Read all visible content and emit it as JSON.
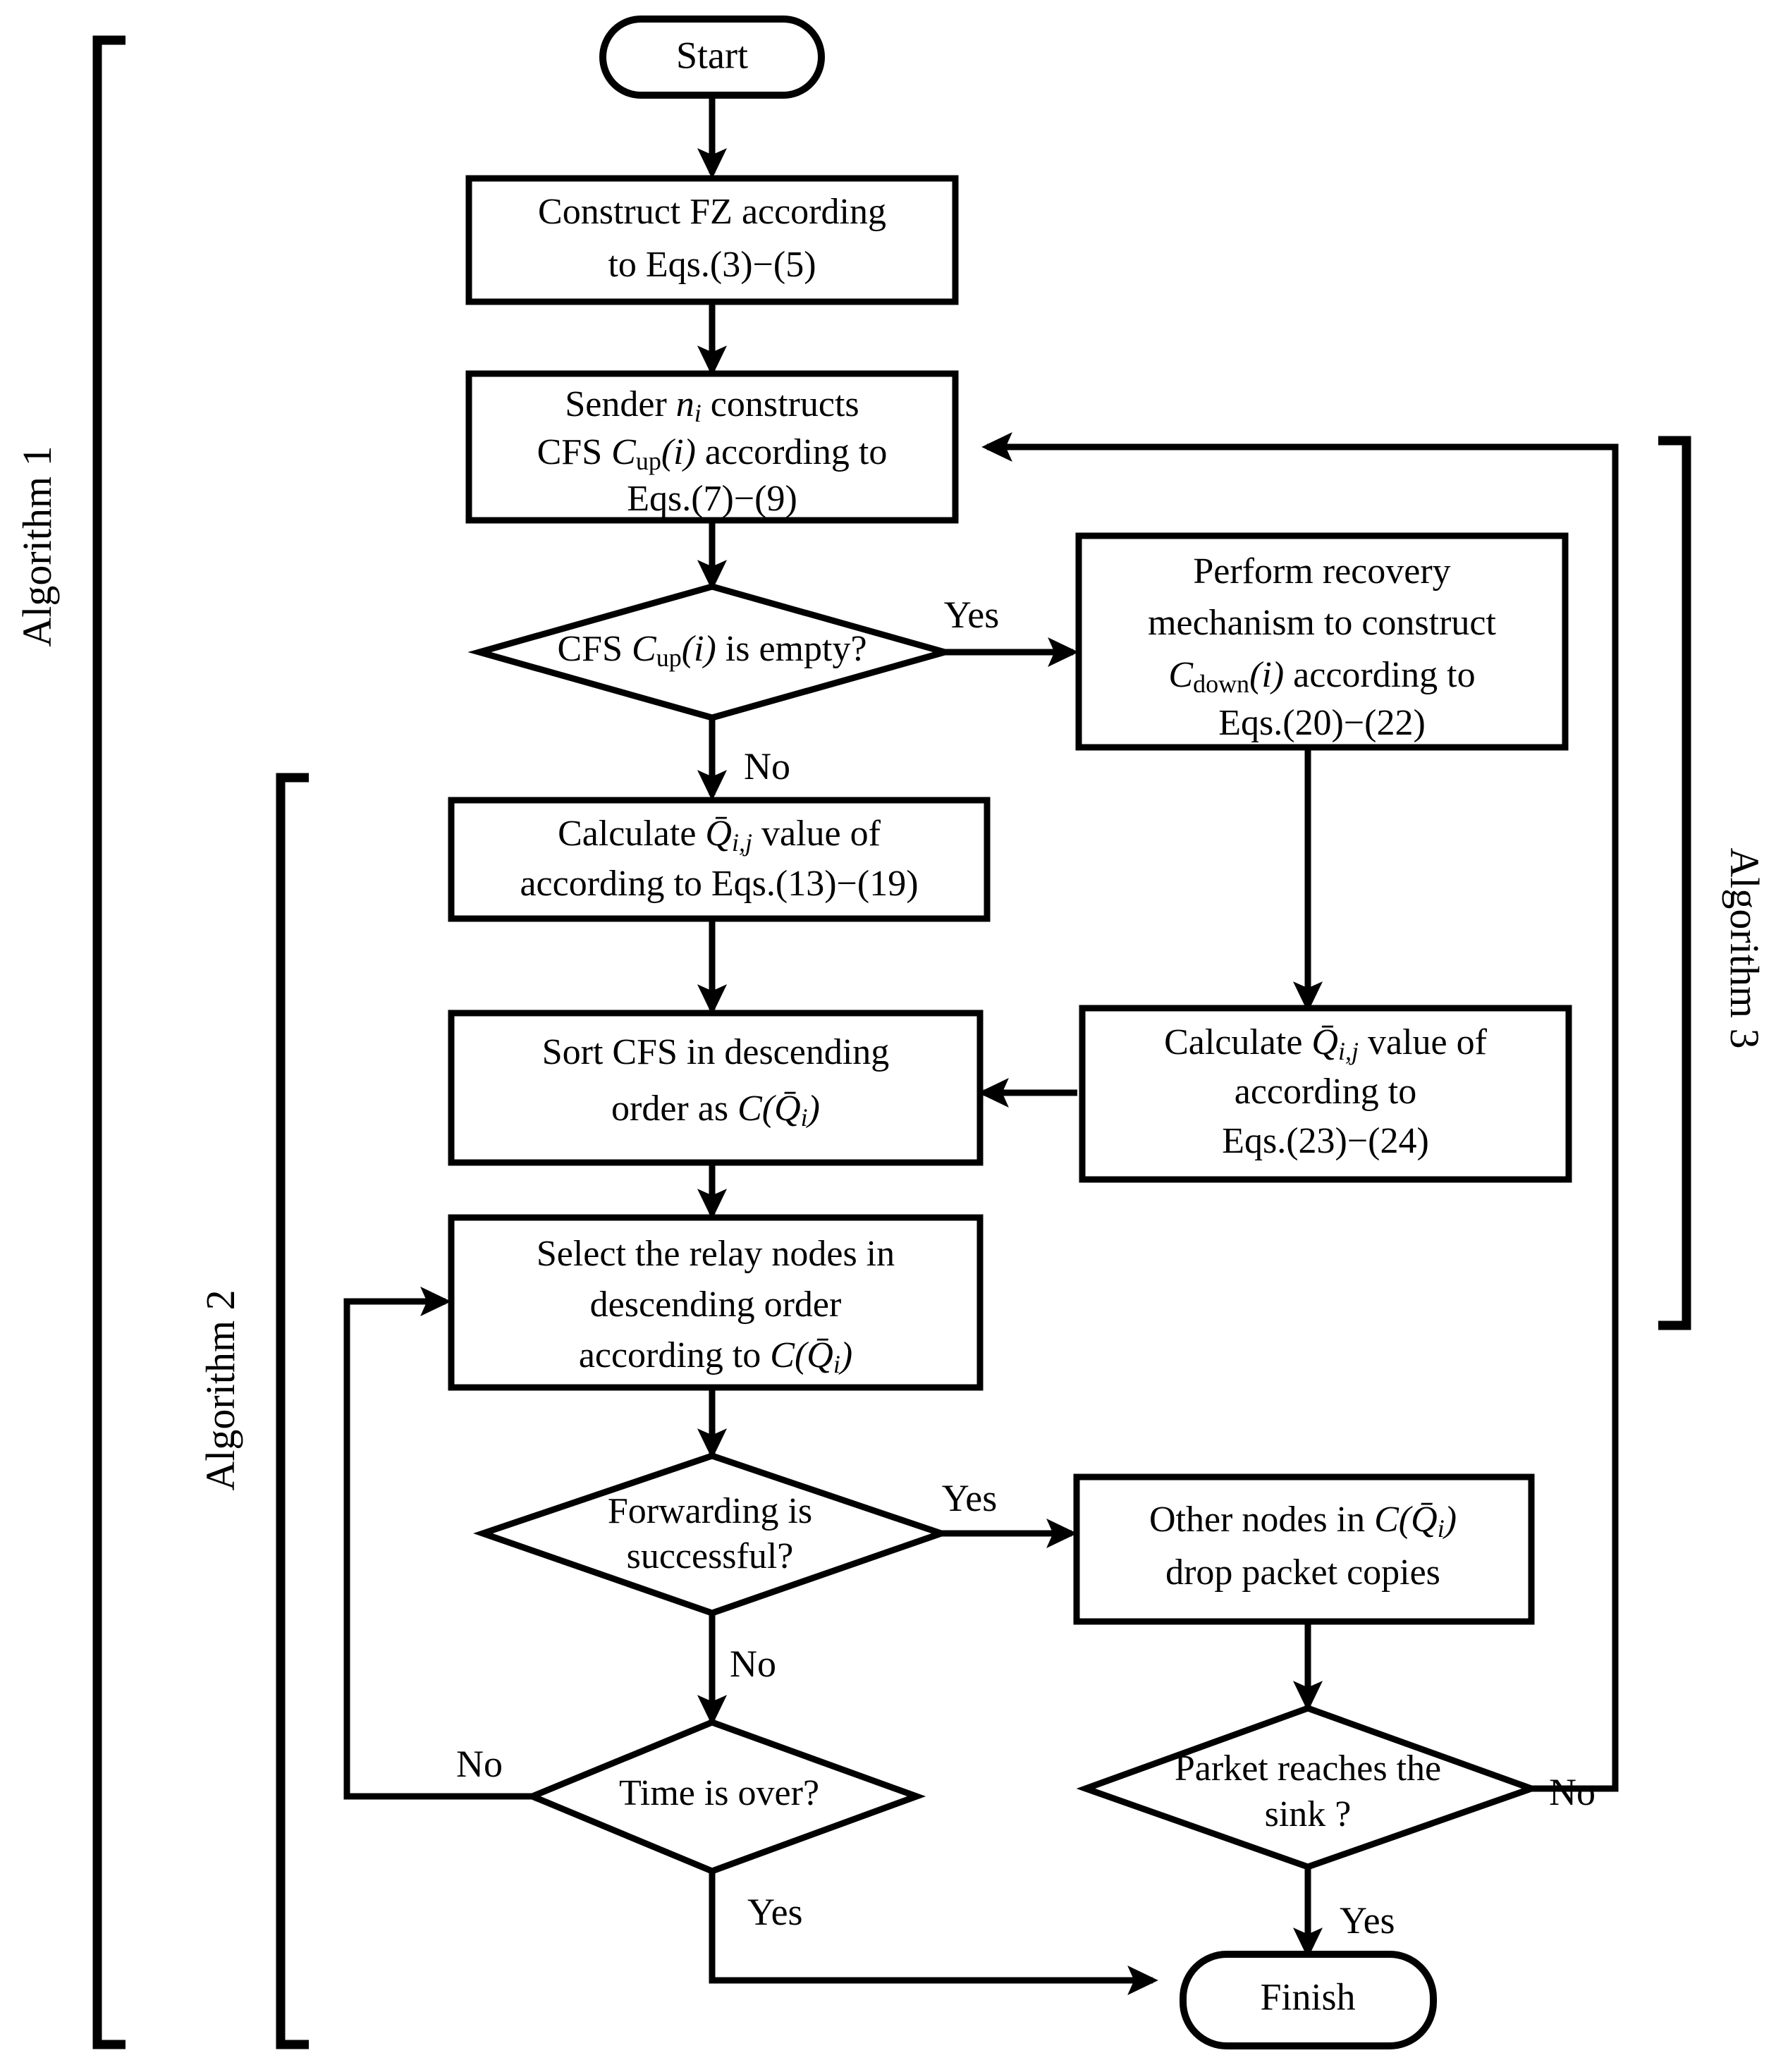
{
  "diagram": {
    "title": "Routing protocol flowchart",
    "type": "flowchart",
    "stroke_color": "#000000",
    "fill_color": "#ffffff",
    "background": "#ffffff"
  },
  "nodes": {
    "start": {
      "shape": "terminator",
      "label": "Start"
    },
    "construct_fz": {
      "shape": "process",
      "line1": "Construct FZ according",
      "line2": "to Eqs.(3)−(5)"
    },
    "sender_cfs": {
      "shape": "process",
      "line1_a": "Sender ",
      "line1_var": "n",
      "line1_sub": "i",
      "line1_b": " constructs",
      "line2_a": "CFS ",
      "line2_c": "C",
      "line2_sub": "up",
      "line2_arg": "(i)",
      "line2_b": " according to",
      "line3": "Eqs.(7)−(9)"
    },
    "cfs_empty": {
      "shape": "decision",
      "text_a": "CFS ",
      "text_c": "C",
      "text_sub": "up",
      "text_arg": "(i)",
      "text_b": " is empty?"
    },
    "recovery": {
      "shape": "process",
      "line1": "Perform recovery",
      "line2": "mechanism to construct",
      "line3_c": "C",
      "line3_sub": "down",
      "line3_arg": "(i)",
      "line3_b": " according to",
      "line4": "Eqs.(20)−(22)"
    },
    "calc_q_left": {
      "shape": "process",
      "line1_a": "Calculate  ",
      "line1_q": "Q̄",
      "line1_sub": "i,j",
      "line1_b": " value of",
      "line2": "according to Eqs.(13)−(19)"
    },
    "calc_q_right": {
      "shape": "process",
      "line1_a": "Calculate  ",
      "line1_q": "Q̄",
      "line1_sub": "i,j",
      "line1_b": " value of",
      "line2": "according to",
      "line3": "Eqs.(23)−(24)"
    },
    "sort_cfs": {
      "shape": "process",
      "line1": "Sort CFS  in descending",
      "line2_a": "order as  ",
      "line2_c": "C(",
      "line2_q": "Q̄",
      "line2_sub": "i",
      "line2_close": ")"
    },
    "select_relay": {
      "shape": "process",
      "line1": "Select the relay nodes in",
      "line2": "descending order",
      "line3_a": "according to  ",
      "line3_c": "C(",
      "line3_q": "Q̄",
      "line3_sub": "i",
      "line3_close": ")"
    },
    "forwarding_ok": {
      "shape": "decision",
      "line1": "Forwarding is",
      "line2": "successful?"
    },
    "drop_copies": {
      "shape": "process",
      "line1_a": "Other nodes in  ",
      "line1_c": "C(",
      "line1_q": "Q̄",
      "line1_sub": "i",
      "line1_close": ")",
      "line2": "drop packet copies"
    },
    "time_over": {
      "shape": "decision",
      "text": "Time is over?"
    },
    "packet_sink": {
      "shape": "decision",
      "line1": "Parket reaches the",
      "line2": "sink ?"
    },
    "finish": {
      "shape": "terminator",
      "label": "Finish"
    }
  },
  "edge_labels": {
    "cfs_empty_yes": "Yes",
    "cfs_empty_no": "No",
    "forwarding_yes": "Yes",
    "forwarding_no": "No",
    "time_over_no": "No",
    "time_over_yes": "Yes",
    "packet_sink_no": "No",
    "packet_sink_yes": "Yes"
  },
  "brackets": {
    "algorithm1": "Algorithm 1",
    "algorithm2": "Algorithm 2",
    "algorithm3": "Algorithm 3"
  }
}
